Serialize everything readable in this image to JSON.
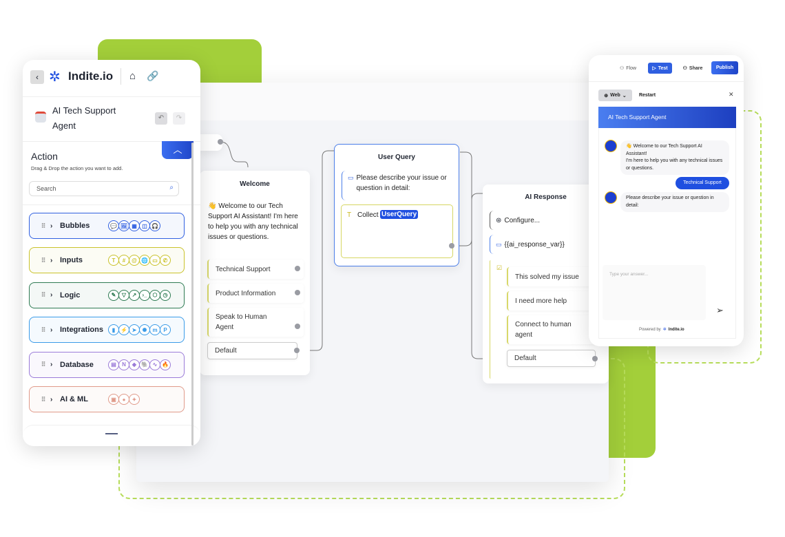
{
  "left_panel": {
    "brand": "Indite.io",
    "bot_title_line1": "AI Tech Support",
    "bot_title_line2": "Agent",
    "section_title": "Action",
    "section_subtitle": "Drag & Drop the action you want to add.",
    "search_placeholder": "Search",
    "categories": [
      {
        "label": "Bubbles",
        "color": "#2f5fe0",
        "icons": [
          "💬",
          "🖼",
          "▦",
          "◫",
          "🎧"
        ]
      },
      {
        "label": "Inputs",
        "color": "#c9c22a",
        "icons": [
          "T",
          "#",
          "@",
          "🌐",
          "▭",
          "✆"
        ]
      },
      {
        "label": "Logic",
        "color": "#2d7a52",
        "icons": [
          "✎",
          "▽",
          "↗",
          "›_",
          "⬡",
          "◷"
        ]
      },
      {
        "label": "Integrations",
        "color": "#3a9be8",
        "icons": [
          "▮",
          "⚡",
          "➤",
          "✺",
          "m",
          "P"
        ]
      },
      {
        "label": "Database",
        "color": "#9a7ad8",
        "icons": [
          "▤",
          "N",
          "◆",
          "🐘",
          "∿",
          "🔥"
        ]
      },
      {
        "label": "AI & ML",
        "color": "#e09a8a",
        "icons": [
          "▣",
          "●",
          "✦"
        ]
      }
    ]
  },
  "flow": {
    "welcome": {
      "title": "Welcome",
      "message": "👋 Welcome to our Tech Support AI Assistant! I'm here to help you with any technical issues or questions.",
      "choices": [
        "Technical Support",
        "Product Information",
        "Speak to Human Agent",
        "Default"
      ]
    },
    "user_query": {
      "title": "User Query",
      "message": "Please describe your issue or question in detail:",
      "collect_label": "Collect",
      "variable": "UserQuery"
    },
    "ai_response": {
      "title": "AI Response",
      "configure": "Configure...",
      "var": "{{ai_response_var}}",
      "choices": [
        "This solved my issue",
        "I need more help",
        "Connect to human agent",
        "Default"
      ]
    }
  },
  "right_panel": {
    "toolbar": {
      "flow": "Flow",
      "test": "Test",
      "share": "Share",
      "publish": "Publish"
    },
    "web_label": "Web",
    "restart_label": "Restart",
    "chat_header": "AI Tech Support Agent",
    "messages": [
      {
        "from": "bot",
        "text": "👋 Welcome to our Tech Support AI Assistant!\nI'm here to help you with any technical issues or questions."
      },
      {
        "from": "user",
        "text": "Technical Support"
      },
      {
        "from": "bot",
        "text": "Please describe your issue or question in detail:"
      }
    ],
    "input_placeholder": "Type your answer...",
    "powered_by": "Powered by",
    "powered_brand": "Indite.io"
  },
  "colors": {
    "accent": "#1f4fe0",
    "green": "#a3cf3a"
  }
}
